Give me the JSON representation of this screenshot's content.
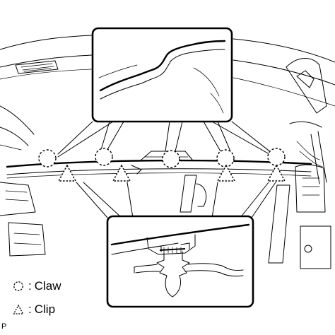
{
  "legend": {
    "claw": {
      "label": "Claw",
      "symbol": "dashed-circle-icon"
    },
    "clip": {
      "label": "Clip",
      "symbol": "dashed-triangle-icon"
    }
  },
  "figure_code": "P",
  "callouts": [
    {
      "name": "claw-detail",
      "shows": "claw-icon"
    },
    {
      "name": "clip-detail",
      "shows": "clip-icon"
    }
  ],
  "markers": {
    "claws": 5,
    "clips": 4
  },
  "colors": {
    "line": "#000000",
    "background": "#ffffff"
  }
}
